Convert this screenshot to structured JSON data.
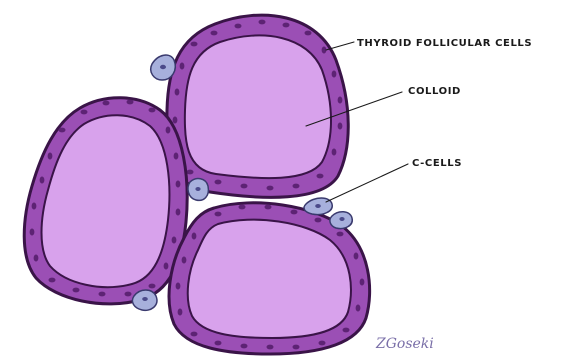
{
  "labels": {
    "follicular_cells": "THYROID FOLLICULAR CELLS",
    "colloid": "COLLOID",
    "c_cells": "C-CELLS"
  },
  "signature": "ZGoseki",
  "colors": {
    "colloid": "#d8a2ec",
    "cell_fill": "#9b4fb5",
    "cell_outline": "#3a1448",
    "nucleus": "#5d2374",
    "c_cell_fill": "#a7b0dc",
    "c_cell_nucleus": "#4b4a8a"
  }
}
